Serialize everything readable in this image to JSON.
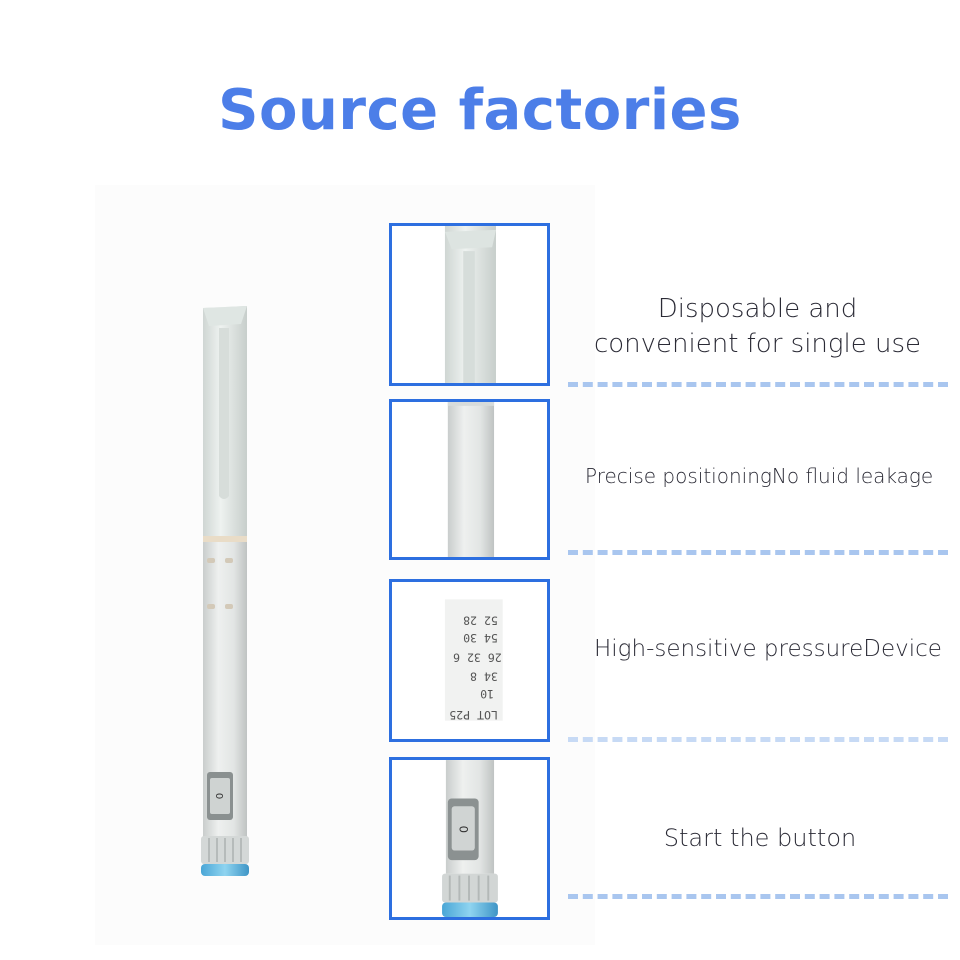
{
  "title": "Source factories",
  "features": [
    {
      "caption_line1": "Disposable and",
      "caption_line2": "convenient for single use"
    },
    {
      "caption": "Precise positioningNo fluid leakage"
    },
    {
      "caption": "High-sensitive pressureDevice"
    },
    {
      "caption": "Start the button"
    }
  ],
  "scale_labels": {
    "top": "52  28",
    "row2": "54  30",
    "row3": "26  32  6",
    "row4": "34  8",
    "row5": "10",
    "lot": "LOT  P25"
  },
  "dose_window_value": "0",
  "colors": {
    "title": "#4c7ee8",
    "box_border": "#2d6fe0",
    "dash": "#a9c6ef",
    "pen_body": "#e6e9e8",
    "pen_shadow": "#c8cccb",
    "pen_button": "#6cc2e6"
  }
}
